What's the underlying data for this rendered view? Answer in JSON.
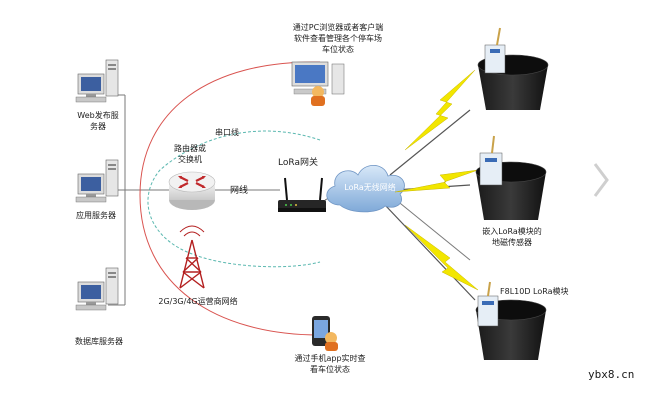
{
  "labels": {
    "web_server": "Web发布服\n务器",
    "app_server": "应用服务器",
    "db_server": "数据库服务器",
    "router": "路由器或\n交换机",
    "serial_line": "串口线",
    "net_line": "网线",
    "lora_gateway": "LoRa网关",
    "lora_wireless": "LoRa无线网络",
    "pc_client": "通过PC浏览器或者客户端\n软件查看管理各个停车场\n车位状态",
    "mobile_network": "2G/3G/4G运营商网络",
    "mobile_app": "通过手机app实时查\n看车位状态",
    "embedded_sensor": "嵌入LoRa模块的\n地磁传感器",
    "lora_module": "F8L10D LoRa模块"
  },
  "watermark": "ybx8.cn",
  "colors": {
    "red_arc": "#d9534f",
    "teal_arc": "#5bb8b0",
    "lightning": "#f2e600",
    "cloud": "#9ec3e6",
    "line": "#7a7a7a"
  }
}
